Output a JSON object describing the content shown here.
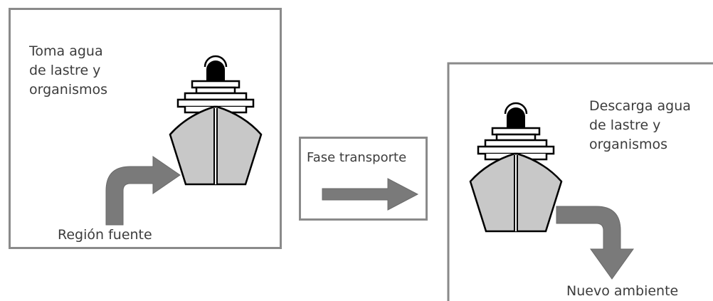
{
  "source_panel": {
    "description_lines": [
      "Toma agua",
      "de lastre y",
      "organismos"
    ],
    "region_label": "Región fuente"
  },
  "transport_panel": {
    "label": "Fase transporte"
  },
  "destination_panel": {
    "description_lines": [
      "Descarga agua",
      "de lastre y",
      "organismos"
    ],
    "region_label": "Nuevo ambiente"
  },
  "colors": {
    "border": "#8a8a8a",
    "arrow_fill": "#7a7a7a",
    "hull_fill": "#c8c8c8",
    "stroke": "#000000"
  }
}
